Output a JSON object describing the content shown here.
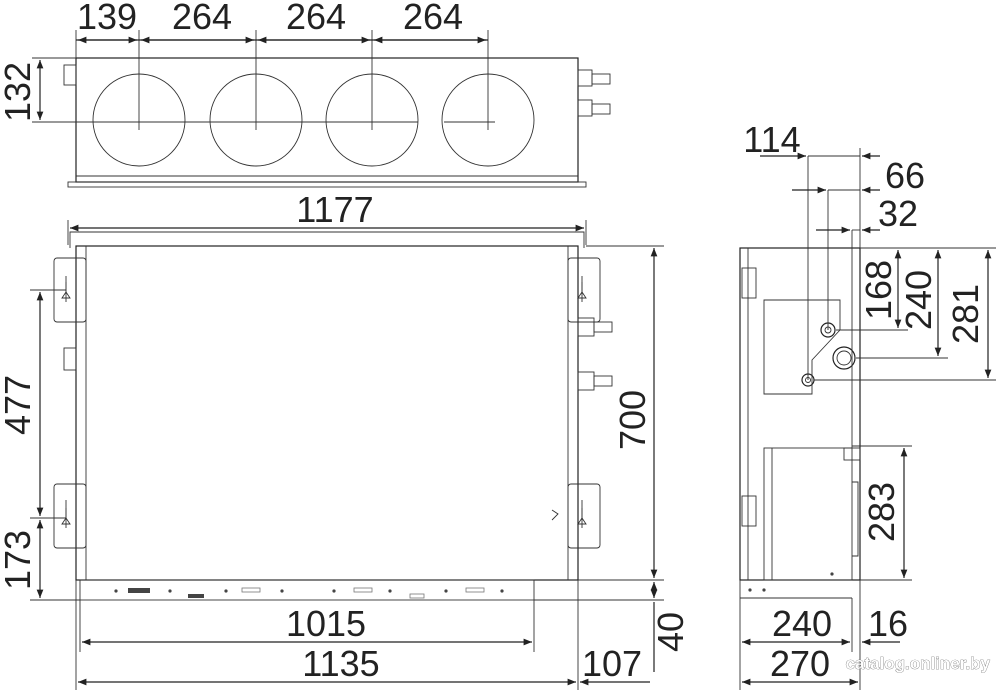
{
  "dimensions": {
    "top_view": {
      "spacing_first": "139",
      "spacing_second": "264",
      "spacing_third": "264",
      "spacing_fourth": "264",
      "height": "132"
    },
    "front_view": {
      "overall_width": "1177",
      "height": "700",
      "left_upper": "477",
      "left_lower": "173",
      "bottom_inner": "1015",
      "bottom_overall": "1135",
      "bottom_flange": "40",
      "right_offset": "107"
    },
    "side_view": {
      "top_114": "114",
      "top_66": "66",
      "top_32": "32",
      "right_168": "168",
      "right_240": "240",
      "right_281": "281",
      "lower_283": "283",
      "bottom_240": "240",
      "bottom_16": "16",
      "bottom_270": "270"
    }
  },
  "watermark": "catalog.onliner.by"
}
